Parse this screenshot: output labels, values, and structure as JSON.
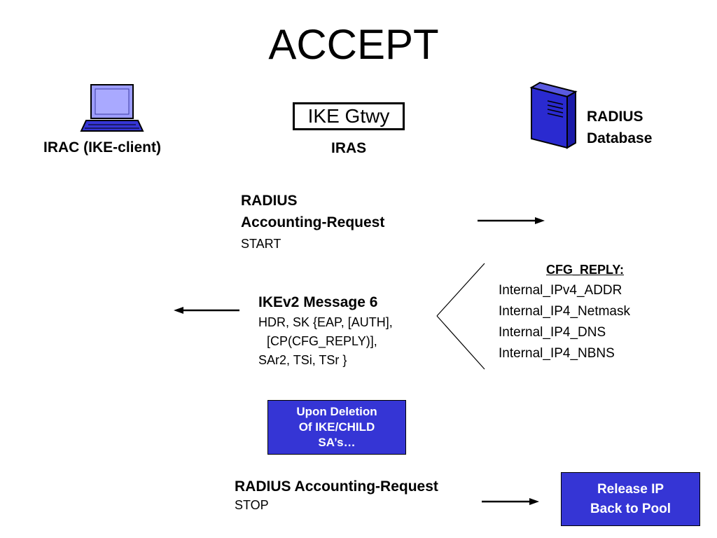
{
  "title": "ACCEPT",
  "entities": {
    "client_label": "IRAC (IKE-client)",
    "gateway_box": "IKE Gtwy",
    "gateway_label": "IRAS",
    "radius_label_line1": "RADIUS",
    "radius_label_line2": "Database"
  },
  "icons": {
    "client": "laptop-icon",
    "server": "server-icon"
  },
  "accounting_start": {
    "line1": "RADIUS",
    "line2": "Accounting-Request",
    "line3": "START"
  },
  "ikev2_message": {
    "heading": "IKEv2 Message 6",
    "lines": [
      "HDR, SK {EAP, [AUTH],",
      "[CP(CFG_REPLY)],",
      "SAr2, TSi, TSr }"
    ]
  },
  "cfg_reply": {
    "heading": "CFG_REPLY:",
    "items": [
      "Internal_IPv4_ADDR",
      "Internal_IP4_Netmask",
      "Internal_IP4_DNS",
      "Internal_IP4_NBNS"
    ]
  },
  "deletion_box": {
    "lines": [
      "Upon Deletion",
      "Of IKE/CHILD",
      "SA’s…"
    ]
  },
  "accounting_stop": {
    "line1": "RADIUS Accounting-Request",
    "line2": "STOP"
  },
  "release_box": {
    "lines": [
      "Release IP",
      "Back to Pool"
    ]
  },
  "colors": {
    "accent_blue": "#3535d5",
    "screen_blue": "#9d9dff",
    "server_blue": "#2a2ad0",
    "text": "#000000",
    "background": "#ffffff"
  }
}
